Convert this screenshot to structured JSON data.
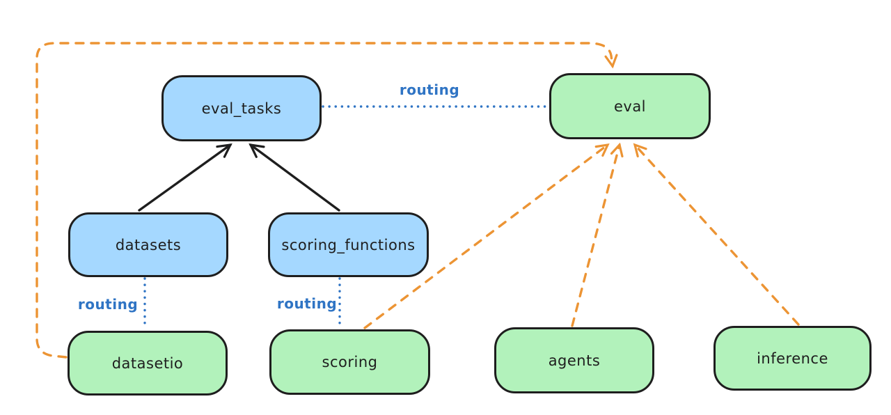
{
  "diagram": {
    "colors": {
      "background": "#ffffff",
      "node_border": "#1e1e1e",
      "blue_node_fill": "#a5d8ff",
      "green_node_fill": "#b2f2bb",
      "routing_label_blue": "#2f74c4",
      "dotted_line_blue": "#2f74c4",
      "dashed_arrow_orange": "#ec9434",
      "solid_arrow_black": "#1e1e1e"
    },
    "nodes": {
      "eval_tasks": {
        "label": "eval_tasks",
        "fill": "blue"
      },
      "eval": {
        "label": "eval",
        "fill": "green"
      },
      "datasets": {
        "label": "datasets",
        "fill": "blue"
      },
      "scoring_functions": {
        "label": "scoring_functions",
        "fill": "blue"
      },
      "datasetio": {
        "label": "datasetio",
        "fill": "green"
      },
      "scoring": {
        "label": "scoring",
        "fill": "green"
      },
      "agents": {
        "label": "agents",
        "fill": "green"
      },
      "inference": {
        "label": "inference",
        "fill": "green"
      }
    },
    "edge_labels": {
      "eval_tasks_to_eval": "routing",
      "datasets_to_datasetio": "routing",
      "scoring_functions_to_scoring": "routing"
    },
    "edges": [
      {
        "from": "datasets",
        "to": "eval_tasks",
        "style": "solid",
        "arrow": true,
        "label": ""
      },
      {
        "from": "scoring_functions",
        "to": "eval_tasks",
        "style": "solid",
        "arrow": true,
        "label": ""
      },
      {
        "from": "eval_tasks",
        "to": "eval",
        "style": "dotted",
        "arrow": false,
        "label": "routing"
      },
      {
        "from": "datasets",
        "to": "datasetio",
        "style": "dotted",
        "arrow": false,
        "label": "routing"
      },
      {
        "from": "scoring_functions",
        "to": "scoring",
        "style": "dotted",
        "arrow": false,
        "label": "routing"
      },
      {
        "from": "datasetio",
        "to": "eval",
        "style": "dashed",
        "arrow": true,
        "label": ""
      },
      {
        "from": "scoring",
        "to": "eval",
        "style": "dashed",
        "arrow": true,
        "label": ""
      },
      {
        "from": "agents",
        "to": "eval",
        "style": "dashed",
        "arrow": true,
        "label": ""
      },
      {
        "from": "inference",
        "to": "eval",
        "style": "dashed",
        "arrow": true,
        "label": ""
      }
    ]
  }
}
